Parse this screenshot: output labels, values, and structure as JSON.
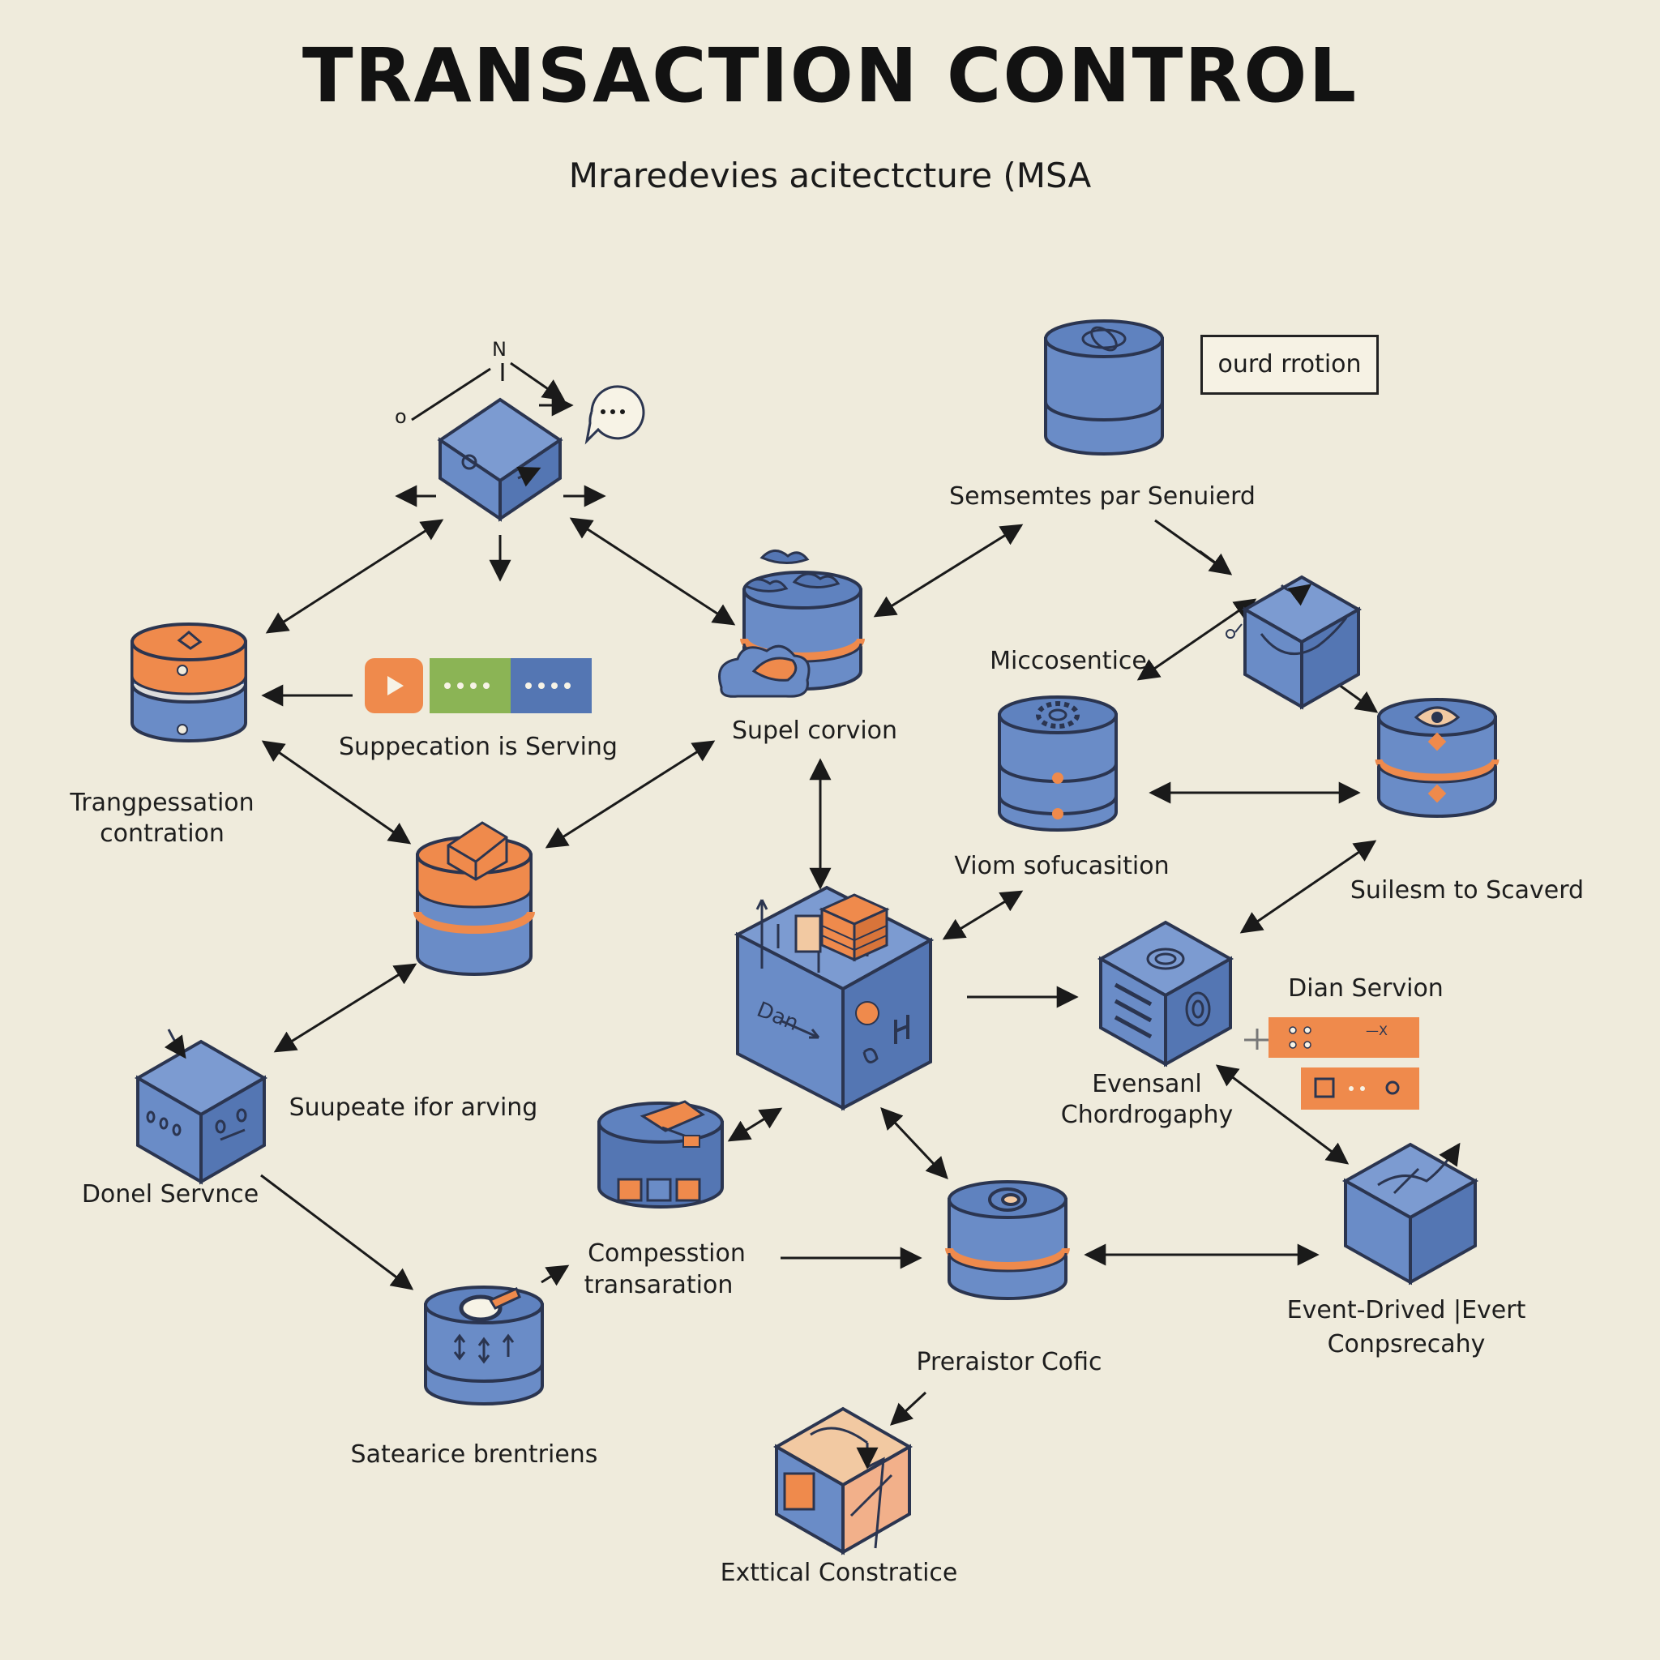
{
  "title": "TRANSACTION CONTROL",
  "subtitle": "Mraredevies acitectcture (MSA",
  "labels": {
    "callout": "ourd rrotion",
    "sem_services": "Semsemtes par Senuierd",
    "microsentice": "Miccosentice",
    "suppecation": "Suppecation is Serving",
    "supel_corvion": "Supel corvion",
    "transpessation_1": "Trangpessation",
    "transpessation_2": "contration",
    "viom": "Viom sofucasition",
    "suilesm": "Suilesm to Scaverd",
    "dian_service": "Dian Servion",
    "suupeate": "Suupeate ifor arving",
    "donel_service": "Donel Servnce",
    "evensanl_1": "Evensanl",
    "evensanl_2": "Chordrogaphy",
    "compession_1": "Compesstion",
    "compession_2": "transaration",
    "event_drived_1": "Event-Drived |Evert",
    "event_drived_2": "Conpsreсahy",
    "preraistor": "Preraistor Cofic",
    "satearice": "Satearice brentriens",
    "exttical": "Exttical Constratice",
    "node_n": "N",
    "node_o": "o",
    "cube_text": "Dan"
  },
  "colors": {
    "background": "#efebdc",
    "blue": "#6a8cc7",
    "blue_dark": "#4d6ba8",
    "orange": "#ef8a4c",
    "green": "#8bb455",
    "outline": "#2b3550"
  }
}
